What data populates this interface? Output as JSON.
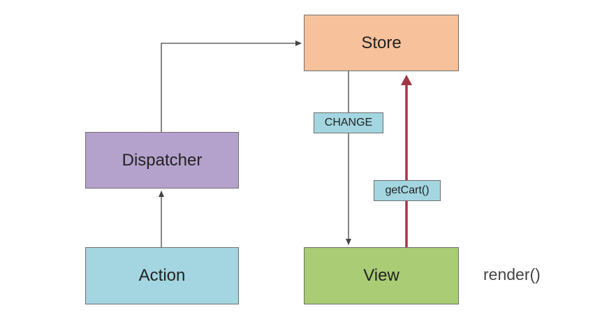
{
  "nodes": {
    "store": {
      "label": "Store",
      "color": "#f6c19b"
    },
    "dispatcher": {
      "label": "Dispatcher",
      "color": "#b4a2cc"
    },
    "action": {
      "label": "Action",
      "color": "#a3d6e0"
    },
    "view": {
      "label": "View",
      "color": "#a9cc75"
    }
  },
  "edge_labels": {
    "change": {
      "label": "CHANGE",
      "color": "#a3d6e0"
    },
    "get_cart": {
      "label": "getCart()",
      "color": "#a3d6e0"
    }
  },
  "side_label": "render()",
  "edges": [
    {
      "from": "action",
      "to": "dispatcher",
      "color": "#444444"
    },
    {
      "from": "dispatcher",
      "to": "store",
      "color": "#444444"
    },
    {
      "from": "store",
      "to": "view",
      "label": "CHANGE",
      "color": "#444444"
    },
    {
      "from": "view",
      "to": "store",
      "label": "getCart()",
      "color": "#a33645"
    }
  ]
}
